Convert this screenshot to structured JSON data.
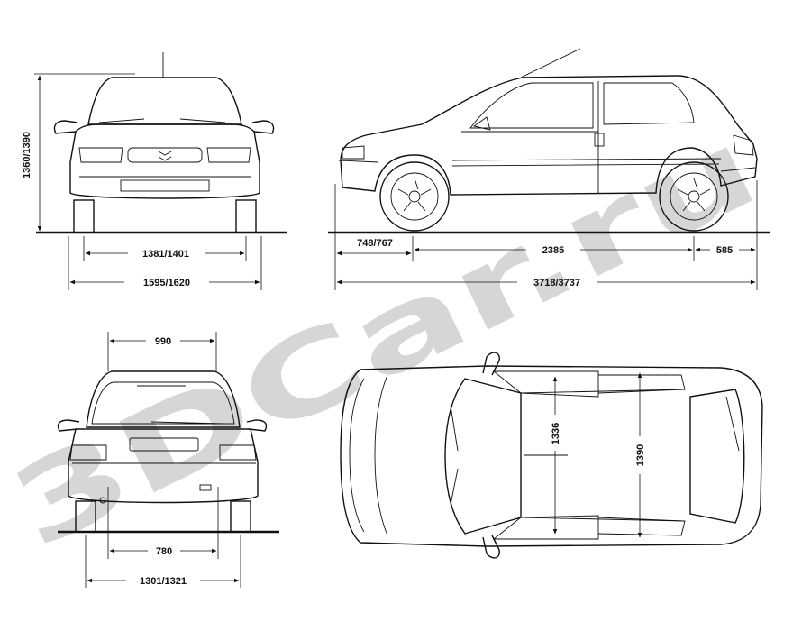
{
  "watermark": "3DCar.ru",
  "front_view": {
    "height": "1360/1390",
    "track": "1381/1401",
    "width": "1595/1620"
  },
  "side_view": {
    "front_overhang": "748/767",
    "wheelbase": "2385",
    "rear_overhang": "585",
    "length": "3718/3737"
  },
  "rear_view": {
    "top_width": "990",
    "inner_width": "780",
    "track": "1301/1321"
  },
  "top_view": {
    "inner_width": "1336",
    "width": "1390"
  }
}
